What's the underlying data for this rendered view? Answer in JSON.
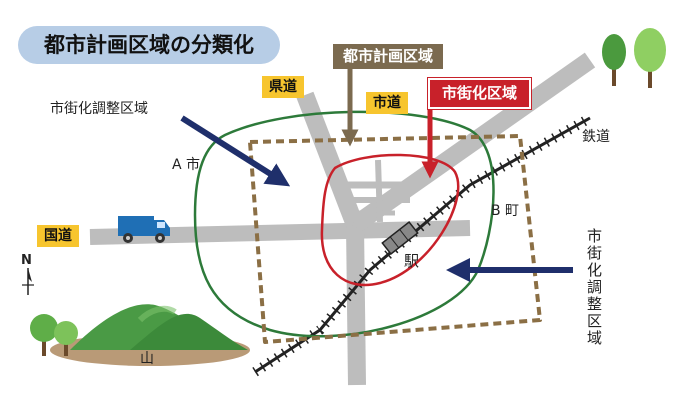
{
  "title": "都市計画区域の分類化",
  "labels": {
    "toshi_keikaku_kuiki": "都市計画区域",
    "shigaika_kuiki": "市街化区域",
    "shigaika_chosei_kuiki_left": "市街化調整区域",
    "shigaika_chosei_kuiki_right": "市街化調整区域",
    "kendo": "県道",
    "shido": "市道",
    "kokudo": "国道",
    "tetsudo": "鉄道",
    "a_city": "A 市",
    "b_town": "B 町",
    "station": "駅",
    "mountain": "山",
    "north": "N"
  },
  "colors": {
    "road": "#bdbdbd",
    "boundary_green": "#2d7a3a",
    "boundary_dashed_brown": "#8b6f45",
    "urban_red": "#c8212a",
    "arrow_navy": "#1f2f6b",
    "truck_blue": "#1f6fb5",
    "label_yellow": "#f7c52e"
  },
  "icons": [
    "tree-icon",
    "truck-icon",
    "mountain-icon",
    "north-arrow-icon",
    "train-icon"
  ]
}
